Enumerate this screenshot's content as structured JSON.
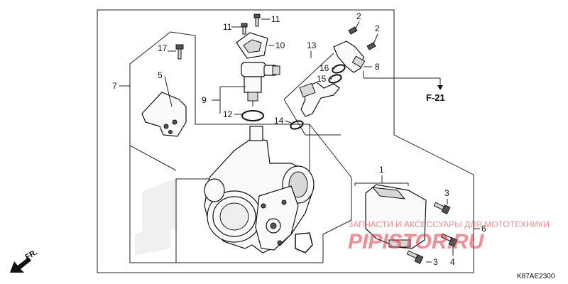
{
  "callouts": {
    "c1": "1",
    "c2a": "2",
    "c2b": "2",
    "c3a": "3",
    "c3b": "3",
    "c4": "4",
    "c5": "5",
    "c6": "6",
    "c7": "7",
    "c8": "8",
    "c9": "9",
    "c10": "10",
    "c11a": "11",
    "c11b": "11",
    "c12": "12",
    "c13": "13",
    "c14": "14",
    "c15": "15",
    "c16": "16",
    "c17": "17"
  },
  "ref_label": "F-21",
  "front_label": "FR.",
  "diagram_code": "K87AE2300",
  "watermark": {
    "tagline": "ЗАПЧАСТИ И АКСЕССУАРЫ ДЛЯ МОТОТЕХНИКИ",
    "brand": "PIPISTOR.RU",
    "brand_color": "#e8323c"
  }
}
